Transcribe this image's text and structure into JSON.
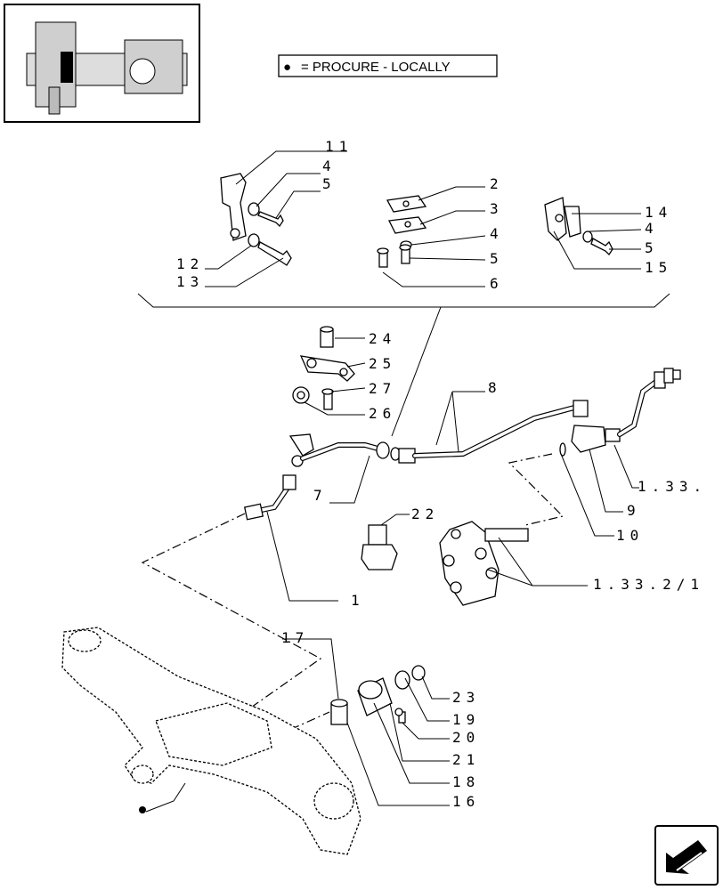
{
  "legend": {
    "bullet": "●",
    "text": "= PROCURE - LOCALLY"
  },
  "labels": {
    "p1": "1",
    "p2": "2",
    "p3": "3",
    "p4a": "4",
    "p4b": "4",
    "p4c": "4",
    "p5a": "5",
    "p5b": "5",
    "p5c": "5",
    "p6": "6",
    "p7": "7",
    "p8": "8",
    "p9": "9",
    "p10": "10",
    "p11": "11",
    "p12": "12",
    "p13": "13",
    "p14": "14",
    "p15": "15",
    "p16": "16",
    "p17": "17",
    "p18": "18",
    "p19": "19",
    "p20": "20",
    "p21": "21",
    "p22": "22",
    "p23": "23",
    "p24": "24",
    "p25": "25",
    "p26": "26",
    "p27": "27",
    "ref_a": "1.33.",
    "ref_b": "1.33.2/1"
  },
  "icons": {
    "thumbnail": "assembly-thumbnail",
    "nav": "next-page-arrow-icon"
  }
}
